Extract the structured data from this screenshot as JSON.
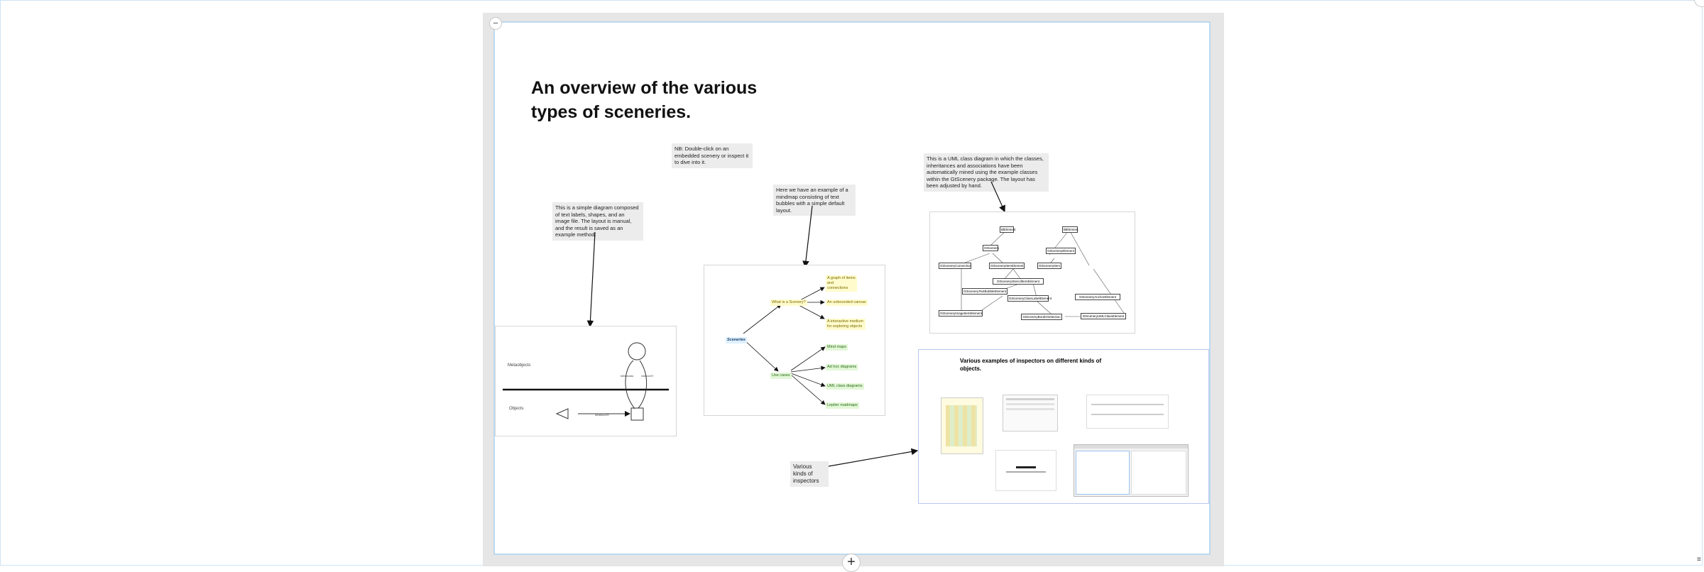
{
  "canvas": {
    "title": "An overview of the various types of sceneries.",
    "collapse_icon": "minus-icon",
    "add_icon": "plus-icon"
  },
  "notes": {
    "nb": "NB: Double-click on an embedded scenery or inspect it to dive into it.",
    "diagram": "This is a simple diagram composed of text labels, shapes, and an image file. The layout is manual, and the result is saved as an example method.",
    "mindmap": "Here we have an example of a mindmap consisting of text bubbles with a simple default layout.",
    "uml": "This is a UML class diagram in which the classes, inheritances and associations have been automatically mined using the example classes within the GtScenery package. The layout has been adjusted by hand.",
    "inspectors": "Various kinds of inspectors"
  },
  "diagram": {
    "meta_label": "Metaobjects",
    "objects_label": "Objects",
    "instance_of_left": "isMetaclass",
    "instance_of_right": "instanceOf",
    "bottom_arrow_label": "isInstanceOf"
  },
  "mindmap": {
    "root": "Sceneries",
    "what": "What is a Scenery?",
    "use_cases": "Use cases",
    "leaves_what": [
      "A graph of items and connections",
      "An unbounded canvas",
      "A interactive medium for exploring objects"
    ],
    "leaves_use": [
      "Mind maps",
      "Ad hoc diagrams",
      "UML class diagrams",
      "Lepiter roadmaps"
    ]
  },
  "uml": {
    "classes": [
      "BlElement",
      "BlElement",
      "GtScenery",
      "GtSceneryElement",
      "GtSceneryConnection",
      "GtSceneryItemElement",
      "GtSceneryItem",
      "GtSceneryStencilItemElement",
      "GtSceneryTextBubbleElement",
      "GtSceneryClassLabelElement",
      "GtSceneryAnchorElement",
      "GtSceneryImageItemElement",
      "GtSceneryUMLClassElement",
      "GtSceneryBorderSelection"
    ]
  },
  "inspectors": {
    "title": "Various examples of inspectors on different kinds of objects."
  },
  "colors": {
    "canvas_border": "#bcd9f0",
    "mm_yellow": "#fffbcc",
    "mm_green": "#e2f7d6",
    "mm_blue": "#dff1ff",
    "inspector_border": "#b9c8f0"
  }
}
